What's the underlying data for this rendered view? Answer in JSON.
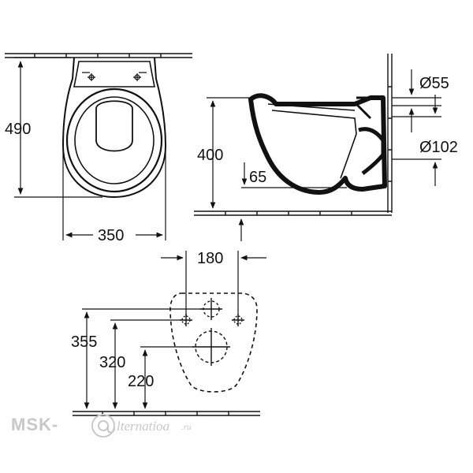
{
  "dimensions": {
    "height_490": "490",
    "width_350": "350",
    "height_400": "400",
    "offset_65": "65",
    "diam_55": "Ø55",
    "diam_102": "Ø102",
    "spacing_180": "180",
    "height_355": "355",
    "height_320": "320",
    "height_220": "220"
  },
  "watermark": {
    "brand_left": "MSK-",
    "brand_mid": "lternatioa",
    "brand_tail": ".ru"
  }
}
